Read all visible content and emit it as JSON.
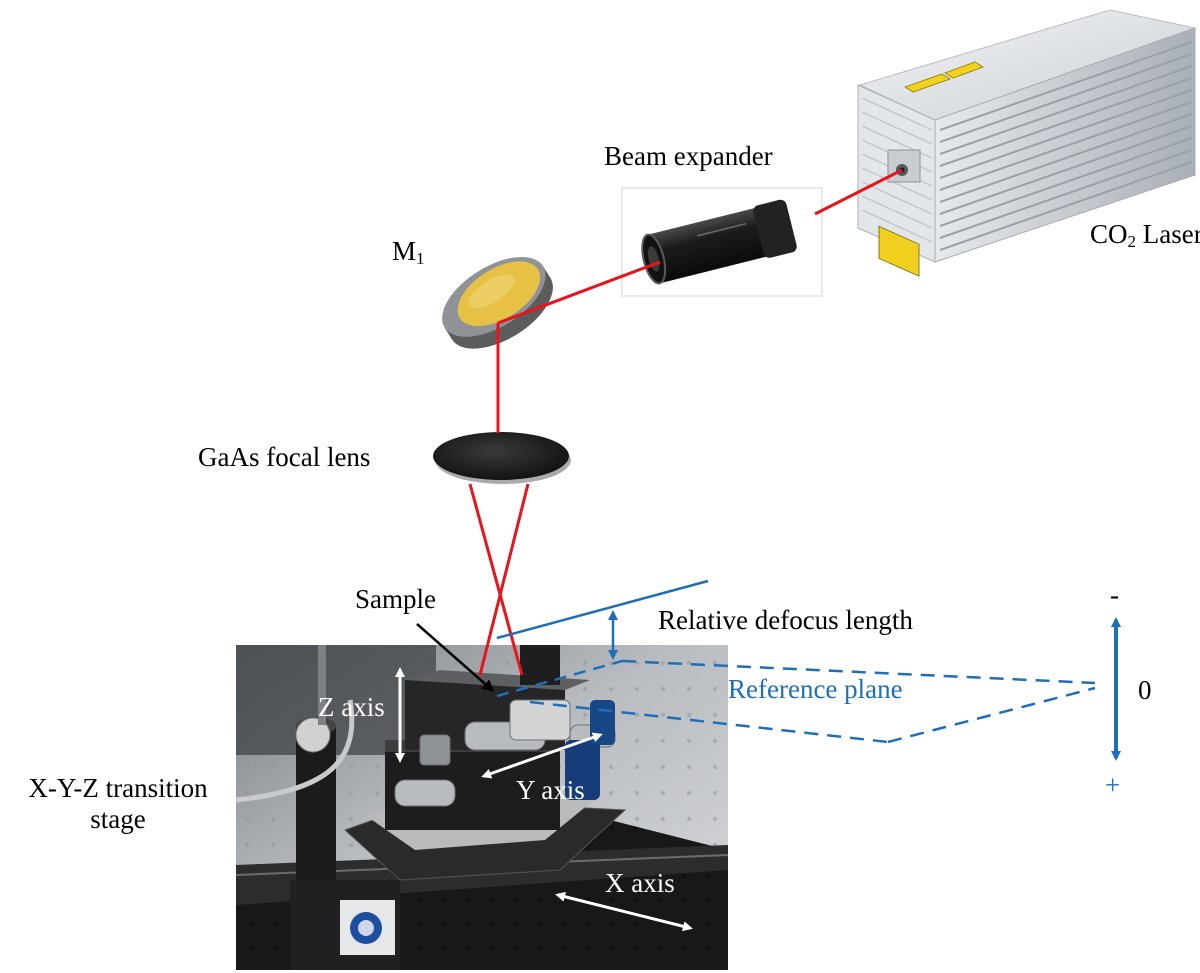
{
  "colors": {
    "beam": "#e8141c",
    "annotation": "#1f6fb8",
    "white_arrow": "#ffffff",
    "mirror_face": "#e7c24a",
    "laser_body": "#d9dde1"
  },
  "labels": {
    "co2_laser_prefix": "CO",
    "co2_laser_sub": "2",
    "co2_laser_suffix": " Laser",
    "beam_expander": "Beam expander",
    "mirror_main": "M",
    "mirror_sub": "1",
    "focal_lens": "GaAs focal lens",
    "sample": "Sample",
    "relative_defocus": "Relative defocus length",
    "reference_plane": "Reference plane",
    "scale_minus": "-",
    "scale_zero": "0",
    "scale_plus": "+",
    "stage_line1": "X-Y-Z transition",
    "stage_line2": "stage",
    "z_axis": "Z axis",
    "y_axis": "Y axis",
    "x_axis": "X axis"
  }
}
